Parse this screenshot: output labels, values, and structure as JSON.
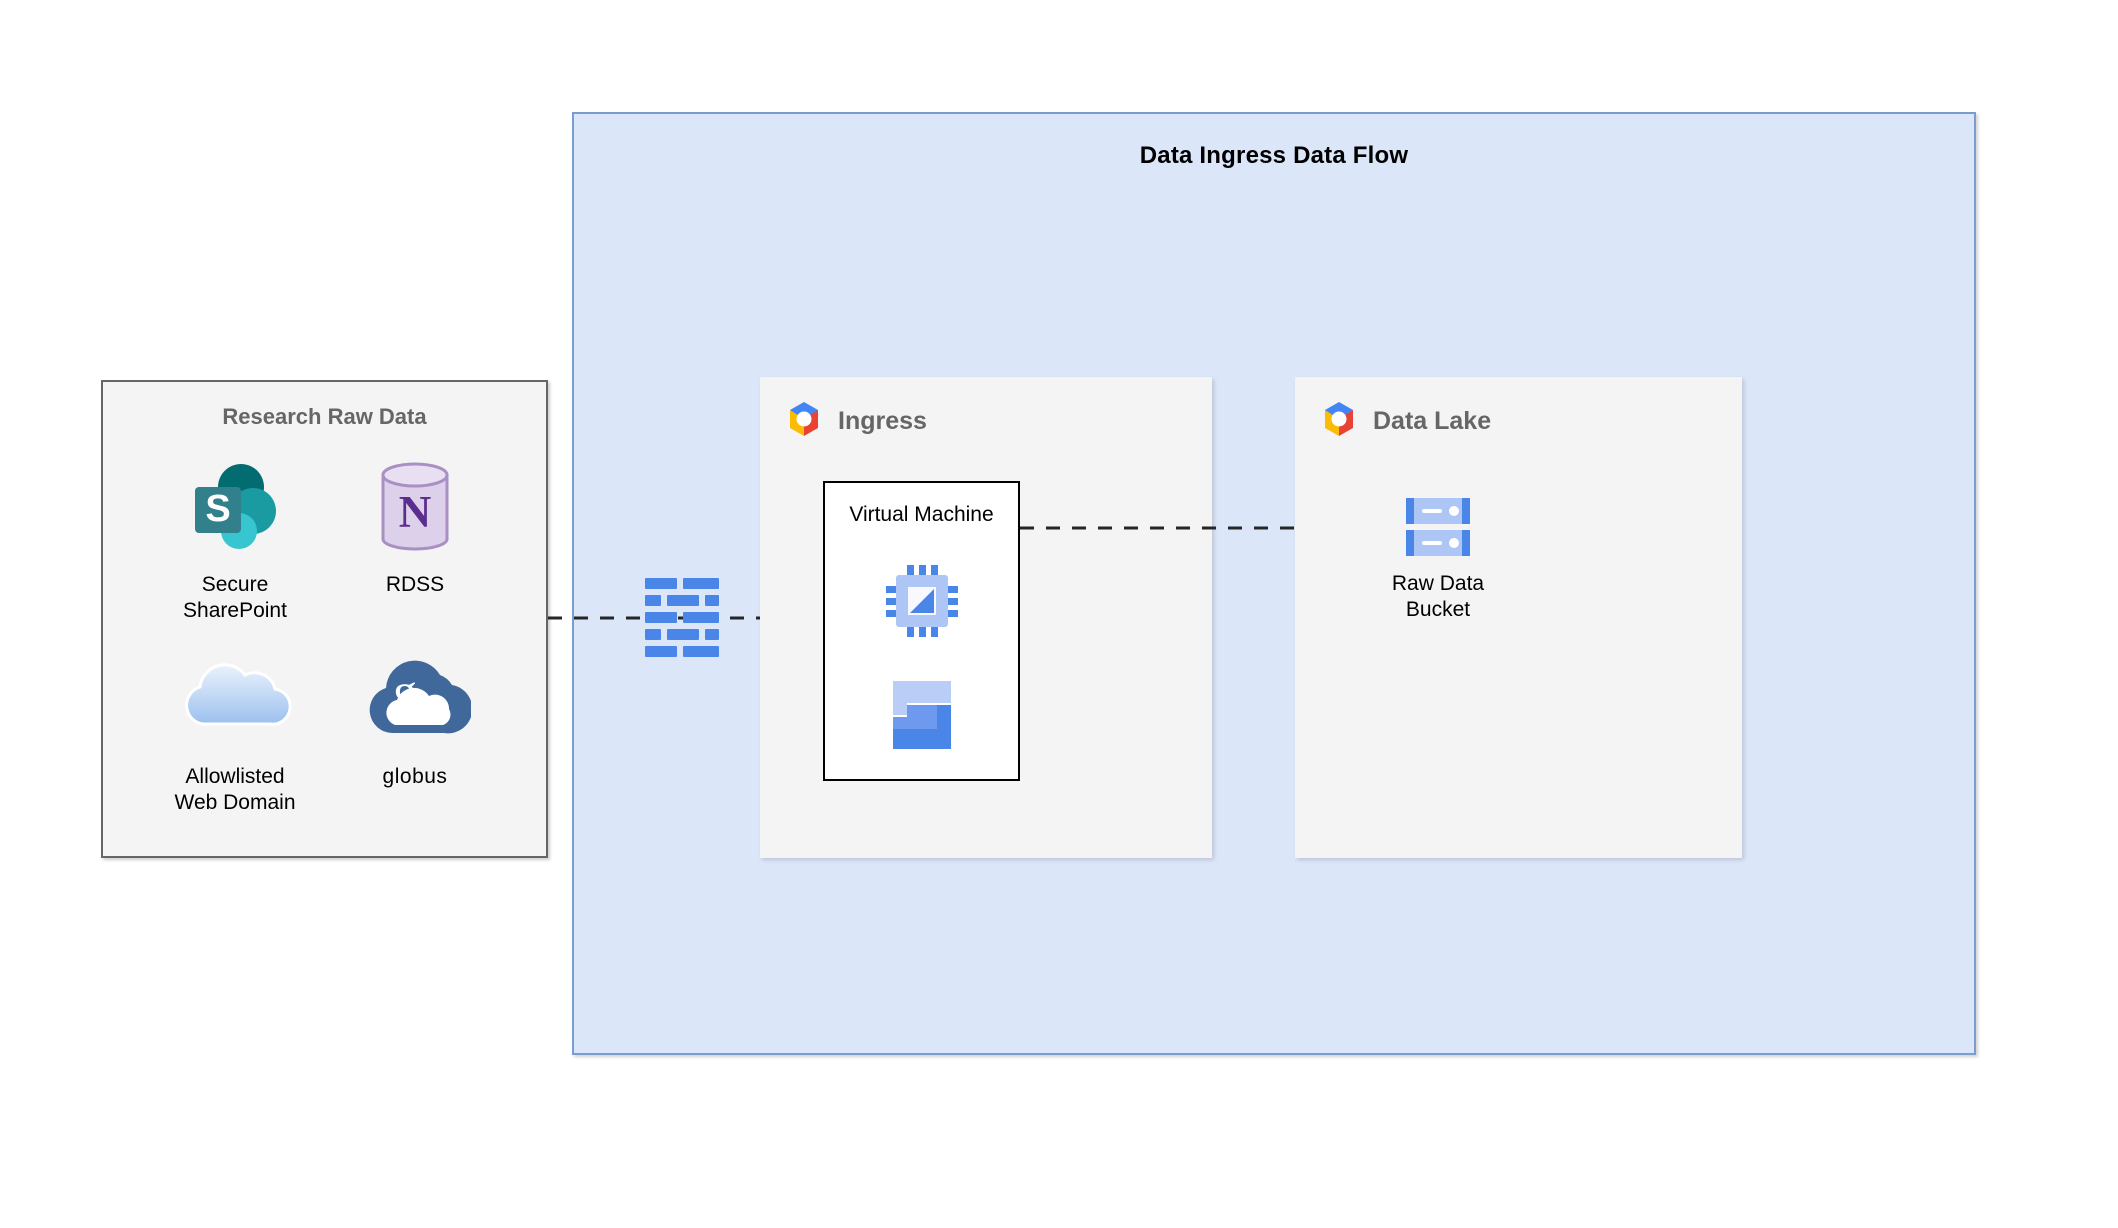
{
  "diagram": {
    "title": "Data Ingress Data Flow",
    "colors": {
      "cloud_fill": "#dbe6f9",
      "cloud_border": "#7a9cd1",
      "panel_fill": "#f4f4f4",
      "panel_title": "#666666",
      "icon_blue": "#4a86e8",
      "icon_blue_light": "#aec6f6",
      "sharepoint_dark": "#036c70",
      "sharepoint_mid": "#1a9ba1",
      "sharepoint_light": "#37c6d0",
      "rdss_purple": "#5b2d8e",
      "rdss_fill": "#ddd0ea",
      "globus_blue": "#41689b",
      "arrow_black": "#262626"
    }
  },
  "research_box": {
    "title": "Research Raw Data",
    "sources": [
      {
        "id": "secure-sharepoint",
        "icon": "sharepoint-icon",
        "label": "Secure\nSharePoint"
      },
      {
        "id": "rdss",
        "icon": "database-icon",
        "label": "RDSS"
      },
      {
        "id": "allowlisted-web",
        "icon": "cloud-icon",
        "label": "Allowlisted\nWeb Domain"
      },
      {
        "id": "globus",
        "icon": "globus-icon",
        "label": "globus"
      }
    ],
    "source_labels": {
      "sharepoint_line1": "Secure",
      "sharepoint_line2": "SharePoint",
      "rdss": "RDSS",
      "web_line1": "Allowlisted",
      "web_line2": "Web Domain",
      "globus": "globus"
    }
  },
  "firewall": {
    "icon": "firewall-icon",
    "label": ""
  },
  "ingress_panel": {
    "title": "Ingress",
    "logo": "gcp-hexagon-icon",
    "vm": {
      "label": "Virtual Machine",
      "icons": [
        "compute-engine-cpu-icon",
        "dataflow-icon"
      ]
    }
  },
  "data_lake_panel": {
    "title": "Data Lake",
    "logo": "gcp-hexagon-icon",
    "bucket": {
      "icon": "cloud-storage-icon",
      "label_line1": "Raw Data",
      "label_line2": "Bucket"
    }
  },
  "connections": [
    {
      "id": "research-to-vm",
      "from": "Research Raw Data",
      "to": "Virtual Machine",
      "style": "dashed",
      "arrow": "end"
    },
    {
      "id": "vm-to-bucket",
      "from": "Virtual Machine",
      "to": "Raw Data Bucket",
      "style": "dashed",
      "arrow": "end"
    }
  ]
}
